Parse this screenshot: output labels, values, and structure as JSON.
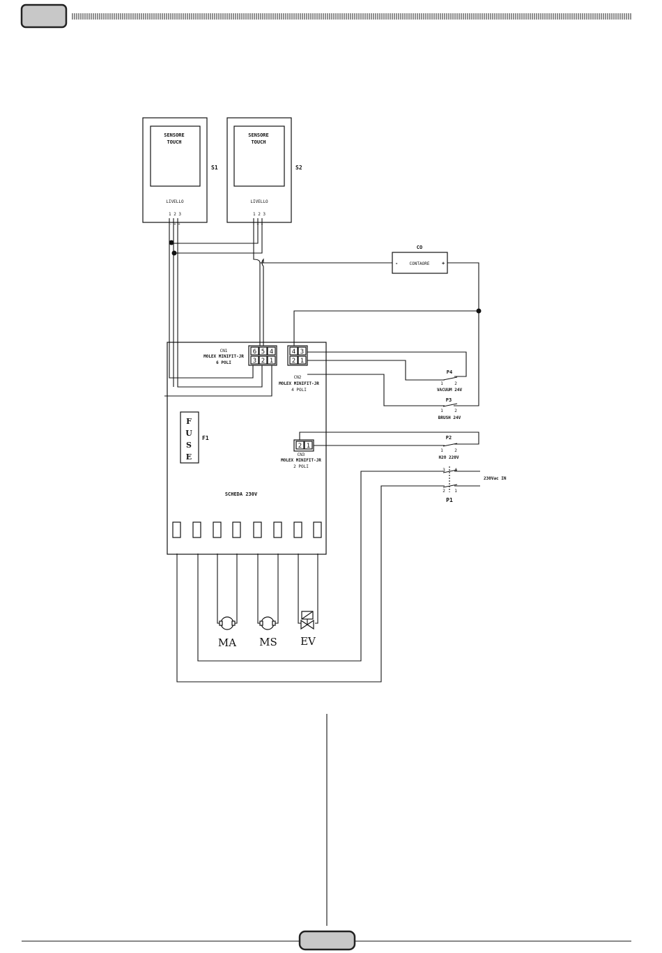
{
  "header": {
    "tag_label": ""
  },
  "footer": {
    "page_label": ""
  },
  "sensors": [
    {
      "id": "S1",
      "title": "SENSORE",
      "title2": "TOUCH",
      "level": "LIVELLO",
      "pins": "1 2 3",
      "polarity": "- + +"
    },
    {
      "id": "S2",
      "title": "SENSORE",
      "title2": "TOUCH",
      "level": "LIVELLO",
      "pins": "1 2 3",
      "polarity": "- + +"
    }
  ],
  "counter": {
    "id": "CO",
    "label": "CONTAORE",
    "minus": "-",
    "plus": "+"
  },
  "board": {
    "label": "SCHEDA 230V"
  },
  "connectors": {
    "cn1": {
      "id": "CN1",
      "name": "MOLEX MINIFIT-JR",
      "poles": "6 POLI",
      "pins_top": [
        "6",
        "5",
        "4"
      ],
      "pins_bottom": [
        "3",
        "2",
        "1"
      ]
    },
    "cn2": {
      "id": "CN2",
      "name": "MOLEX MINIFIT-JR",
      "poles": "4 POLI",
      "pins_top": [
        "4",
        "3"
      ],
      "pins_bottom": [
        "2",
        "1"
      ]
    },
    "cn3": {
      "id": "CN3",
      "name": "MOLEX MINIFIT-JR",
      "poles": "2 POLI",
      "pins": [
        "2",
        "1"
      ]
    }
  },
  "fuse": {
    "id": "F1",
    "letters": [
      "F",
      "U",
      "S",
      "E"
    ]
  },
  "switches": [
    {
      "id": "P4",
      "label": "VACUUM 24V",
      "pin1": "1",
      "pin2": "2"
    },
    {
      "id": "P3",
      "label": "BRUSH 24V",
      "pin1": "1",
      "pin2": "2"
    },
    {
      "id": "P2",
      "label": "H2O 220V",
      "pin1": "1",
      "pin2": "2"
    },
    {
      "id": "P1",
      "label": "",
      "pin3": "3",
      "pin4": "4",
      "pin2": "2",
      "pin1": "1"
    }
  ],
  "supply": {
    "label": "230Vac IN"
  },
  "loads": [
    {
      "id": "MA"
    },
    {
      "id": "MS"
    },
    {
      "id": "EV"
    }
  ]
}
